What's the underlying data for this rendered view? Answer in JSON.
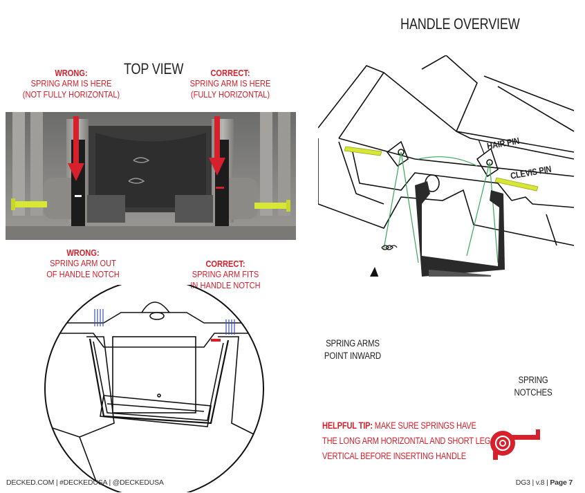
{
  "headings": {
    "top_view": "TOP VIEW",
    "handle_overview": "HANDLE OVERVIEW"
  },
  "top_view_callouts": {
    "wrong": {
      "title": "WRONG:",
      "line1": "SPRING ARM IS HERE",
      "line2": "(NOT FULLY HORIZONTAL)"
    },
    "correct": {
      "title": "CORRECT:",
      "line1": "SPRING ARM IS HERE",
      "line2": "(FULLY HORIZONTAL)"
    }
  },
  "notch_callouts": {
    "wrong": {
      "title": "WRONG:",
      "line1": "SPRING ARM OUT",
      "line2": "OF HANDLE NOTCH"
    },
    "correct": {
      "title": "CORRECT:",
      "line1": "SPRING ARM FITS",
      "line2": "IN HANDLE NOTCH"
    }
  },
  "overview_labels": {
    "hair_pin": "HAIR PIN",
    "clevis_pin": "CLEVIS PIN",
    "spring_arms_line1": "SPRING ARMS",
    "spring_arms_line2": "POINT INWARD",
    "spring_notches_line1": "SPRING",
    "spring_notches_line2": "NOTCHES"
  },
  "tip": {
    "label": "HELPFUL TIP:",
    "line1_rest": " MAKE SURE SPRINGS HAVE",
    "line2": "THE LONG ARM HORIZONTAL AND SHORT LEG",
    "line3": "VERTICAL BEFORE INSERTING HANDLE"
  },
  "footer": {
    "left": "DECKED.COM  |  #DECKEDUSA  |  @DECKEDUSA",
    "right_prefix": "DG3 | v.8 | ",
    "page": "Page 7"
  },
  "colors": {
    "accent_red": "#d6202b",
    "pin_yellow": "#d8e635",
    "spring_green": "#3aa655"
  },
  "icons": [
    "arrow-down-icon",
    "arrow-pointer-icon",
    "spring-icon",
    "clevis-pin-icon",
    "handle-icon"
  ]
}
